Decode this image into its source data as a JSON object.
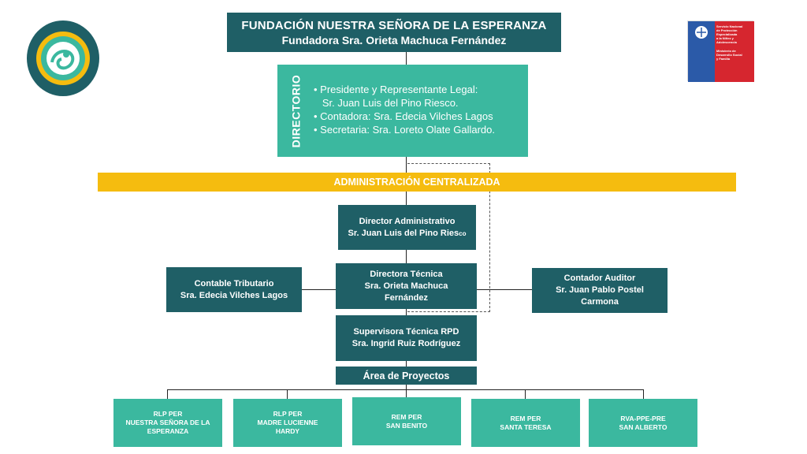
{
  "header": {
    "title_line1": "FUNDACIÓN NUESTRA SEÑORA DE LA ESPERANZA",
    "title_line2": "Fundadora Sra. Orieta Machuca Fernández"
  },
  "directorio": {
    "label": "DIRECTORIO",
    "items": [
      "• Presidente y Representante Legal:",
      "   Sr. Juan Luis del Pino Riesco.",
      "• Contadora: Sra. Edecia Vilches Lagos",
      "• Secretaria: Sra. Loreto Olate Gallardo."
    ]
  },
  "admin_bar": "ADMINISTRACIÓN CENTRALIZADA",
  "director_admin": {
    "line1": "Director Administrativo",
    "line2": "Sr. Juan Luis del Pino Ries",
    "line2_small": "co"
  },
  "directora_tecnica": {
    "line1": "Directora Técnica",
    "line2": "Sra. Orieta Machuca",
    "line3": "Fernández"
  },
  "contable": {
    "line1": "Contable Tributario",
    "line2": "Sra. Edecia Vilches Lagos"
  },
  "auditor": {
    "line1": "Contador Auditor",
    "line2": "Sr. Juan Pablo Postel",
    "line3": "Carmona"
  },
  "supervisora": {
    "line1": "Supervisora Técnica RPD",
    "line2": "Sra. Ingrid Ruiz Rodríguez"
  },
  "area": "Área de Proyectos",
  "projects": [
    {
      "line1": "RLP PER",
      "line2": "NUESTRA SEÑORA DE LA",
      "line3": "ESPERANZA"
    },
    {
      "line1": "RLP PER",
      "line2": "MADRE LUCIENNE",
      "line3": "HARDY"
    },
    {
      "line1": "REM PER",
      "line2": "SAN BENITO",
      "line3": ""
    },
    {
      "line1": "REM PER",
      "line2": "SANTA TERESA",
      "line3": ""
    },
    {
      "line1": "RVA-PPE-PRE",
      "line2": "SAN ALBERTO",
      "line3": ""
    }
  ],
  "gov_logo": {
    "line1": "Servicio Nacional",
    "line2": "de Protección",
    "line3": "Especializada",
    "line4": "a la Niñez y",
    "line5": "Adolescencia",
    "line6": "Ministerio de",
    "line7": "Desarrollo Social",
    "line8": "y Familia"
  },
  "colors": {
    "dark": "#1f5f66",
    "teal": "#3bb89f",
    "yellow": "#f5bc0f",
    "gov_blue": "#2b5aa8",
    "gov_red": "#d6262f"
  }
}
